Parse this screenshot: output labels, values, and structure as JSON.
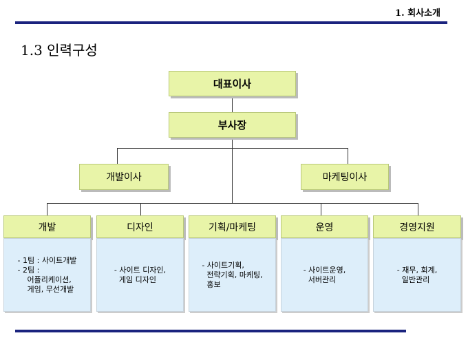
{
  "header": {
    "section": "1. 회사소개"
  },
  "title": "1.3 인력구성",
  "org": {
    "ceo": "대표이사",
    "vp": "부사장",
    "directors": [
      "개발이사",
      "마케팅이사"
    ],
    "departments": [
      {
        "name": "개발",
        "desc": "- 1팀 : 사이트개발\n- 2팀 :\n    어플리케이션,\n    게임, 무선개발"
      },
      {
        "name": "디자인",
        "desc": "- 사이트 디자인,\n  게임 디자인"
      },
      {
        "name": "기획/마케팅",
        "desc": "- 사이트기획,\n  전략기획, 마케팅,\n  홍보"
      },
      {
        "name": "운영",
        "desc": "- 사이트운영,\n  서버관리"
      },
      {
        "name": "경영지원",
        "desc": "- 재무, 회계,\n  일반관리"
      }
    ]
  }
}
